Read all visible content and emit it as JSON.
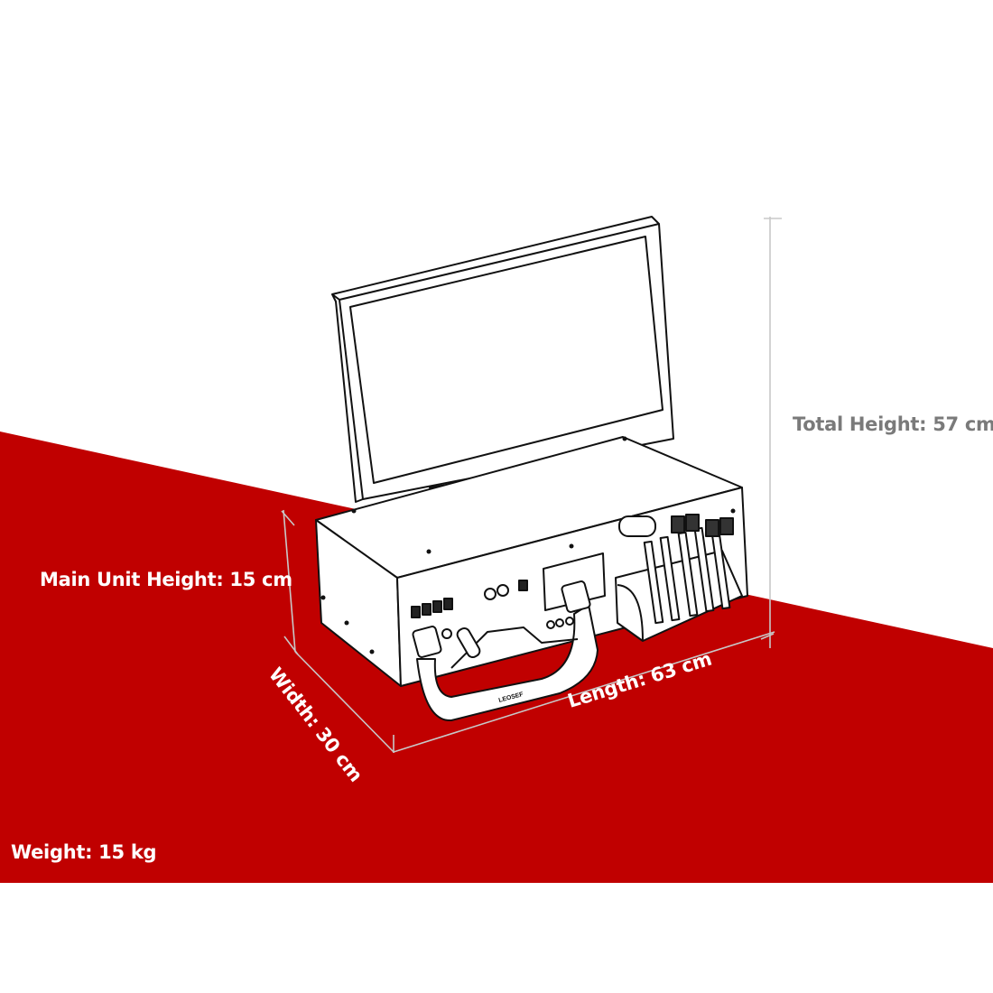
{
  "product": {
    "description": "Flight simulator cockpit unit with monitor, yoke and throttle quadrant",
    "yoke_brand_mark": "LEOSEF"
  },
  "colors": {
    "background": "#ffffff",
    "accent_band": "#c00000",
    "label_on_band": "#ffffff",
    "label_on_white": "#7a7a7a",
    "dimension_line": "#c8c8c8",
    "drawing_stroke": "#111111"
  },
  "dimensions": {
    "total_height": {
      "label": "Total Height: 57 cm",
      "value": 57,
      "unit": "cm"
    },
    "main_unit_height": {
      "label": "Main Unit Height: 15 cm",
      "value": 15,
      "unit": "cm"
    },
    "width": {
      "label": "Width: 30 cm",
      "value": 30,
      "unit": "cm"
    },
    "length": {
      "label": "Length: 63 cm",
      "value": 63,
      "unit": "cm"
    },
    "weight": {
      "label": "Weight: 15 kg",
      "value": 15,
      "unit": "kg"
    }
  }
}
